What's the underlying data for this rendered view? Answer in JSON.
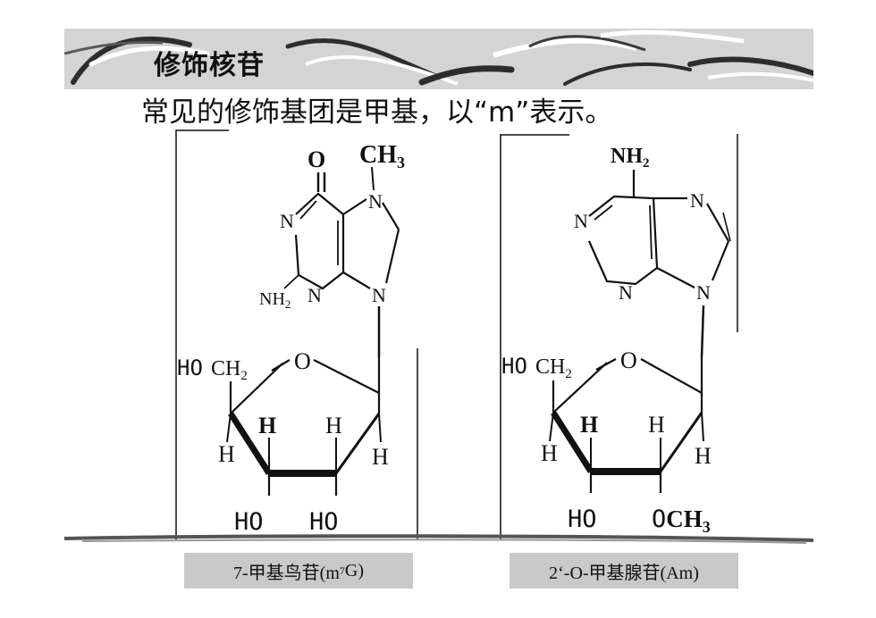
{
  "slide": {
    "title": "修饰核苷",
    "subtitle": "常见的修饰基团是甲基，以“m”表示。"
  },
  "left_structure": {
    "substituent_top": "CH",
    "substituent_sub": "3",
    "carbonyl": "O",
    "ring_n_left": "N",
    "ring_n_top": "N",
    "ring_n_lower": "N",
    "ring_n_bottom": "N",
    "amino": "NH",
    "amino_sub": "2",
    "hoch2": "HO",
    "ch2": "CH",
    "ch2_sub": "2",
    "ring_o": "O",
    "h_c4": "H",
    "h_c3_bold": "H",
    "h_c2": "H",
    "h_c1": "H",
    "oh_c3": "HO",
    "oh_c2": "HO",
    "caption_prefix": "7-甲基鸟苷(m",
    "caption_sup": "7",
    "caption_suffix": "G)"
  },
  "right_structure": {
    "amino_top": "NH",
    "amino_top_sub": "2",
    "ring_n_left": "N",
    "ring_n_right_top": "N",
    "ring_n_bottom": "N",
    "ring_n_right_bottom": "N",
    "hoch2": "HO",
    "ch2": "CH",
    "ch2_sub": "2",
    "ring_o": "O",
    "h_c4": "H",
    "h_c3_bold": "H",
    "h_c2": "H",
    "h_c1": "H",
    "oh_c3": "HO",
    "och3_o": "O",
    "och3_ch": "CH",
    "och3_sub": "3",
    "caption": "2‘-O-甲基腺苷(Am)"
  },
  "colors": {
    "ink": "#111111",
    "caption_bg": "#c9c9c9",
    "brush_dark": "#3a3a3a",
    "brush_light": "#d6d6d6"
  }
}
